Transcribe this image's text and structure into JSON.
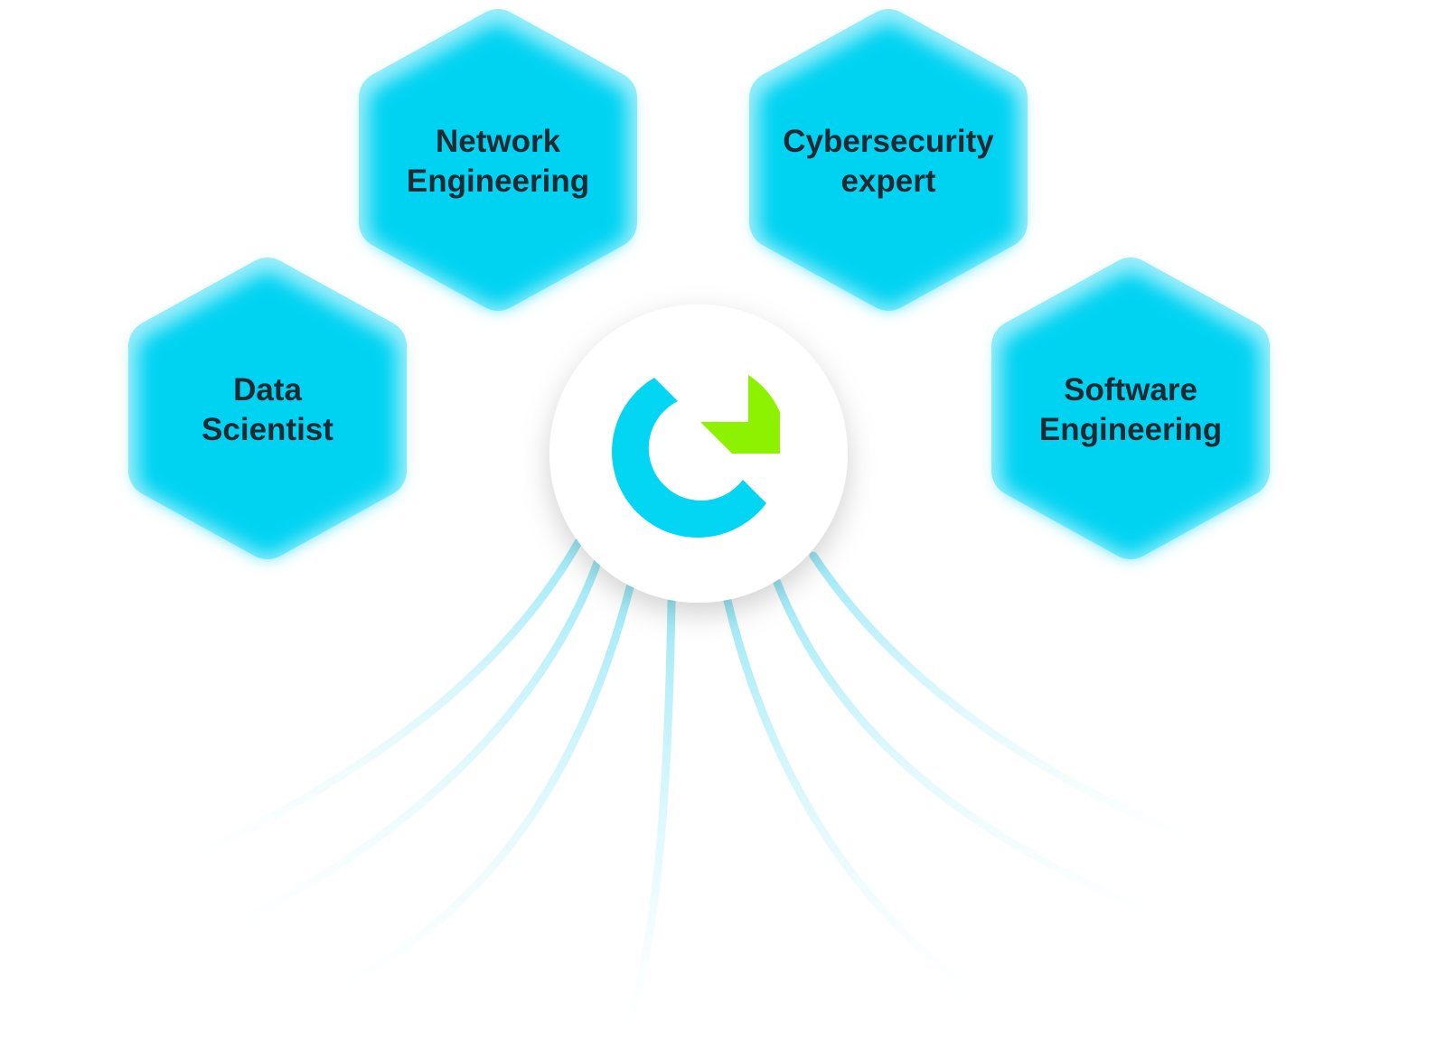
{
  "colors": {
    "hex_fill": "#05d3f2",
    "hex_edge": "#9aeefb",
    "logo_blue": "#03d6f2",
    "logo_green": "#8cf200",
    "text": "#1f2933"
  },
  "roles": [
    {
      "id": "data-scientist",
      "line1": "Data",
      "line2": "Scientist"
    },
    {
      "id": "network-engineering",
      "line1": "Network",
      "line2": "Engineering"
    },
    {
      "id": "cybersecurity-expert",
      "line1": "Cybersecurity",
      "line2": "expert"
    },
    {
      "id": "software-engineering",
      "line1": "Software",
      "line2": "Engineering"
    }
  ],
  "center": {
    "icon": "brand-logo-icon"
  }
}
